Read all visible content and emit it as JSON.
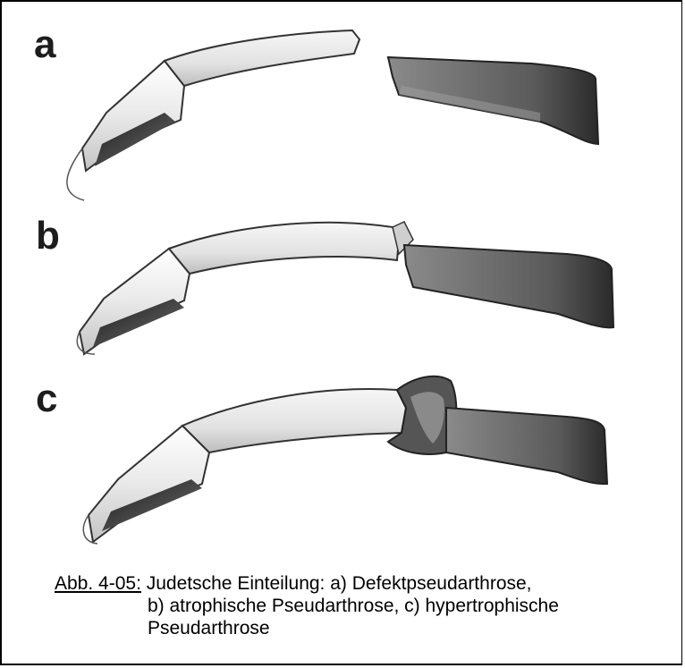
{
  "figure": {
    "panels": [
      {
        "letter": "a"
      },
      {
        "letter": "b"
      },
      {
        "letter": "c"
      }
    ]
  },
  "caption": {
    "prefix": "Abb. 4-05:",
    "line1": "Judetsche Einteilung: a) Defektpseudarthrose,",
    "line2": "b) atrophische Pseudarthrose, c) hypertrophische",
    "line3": "Pseudarthrose"
  }
}
